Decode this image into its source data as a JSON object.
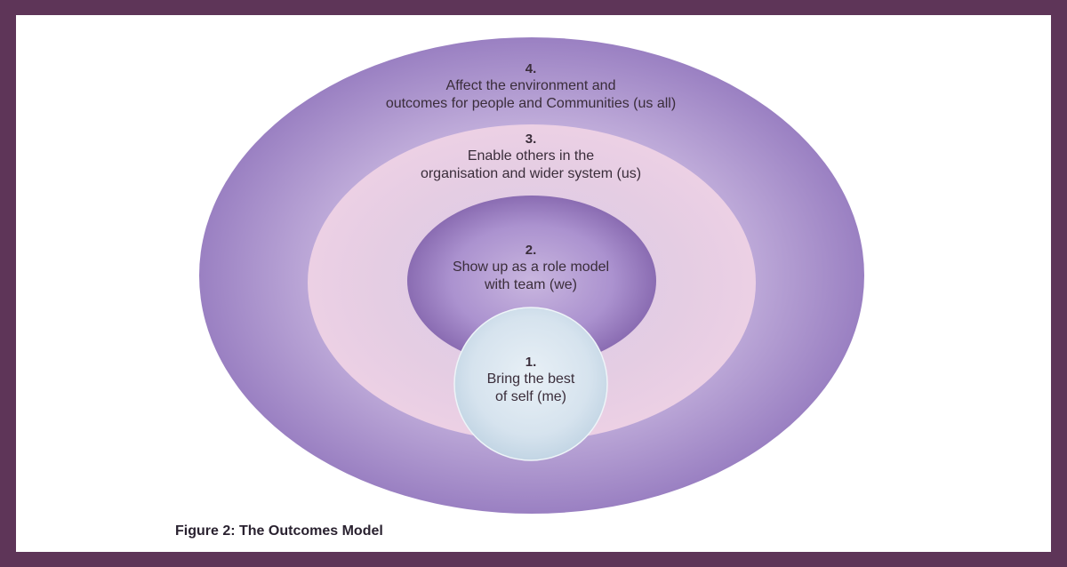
{
  "figure": {
    "caption": "Figure 2: The Outcomes Model"
  },
  "rings": [
    {
      "number": "4.",
      "line1": "Affect the environment and",
      "line2": "outcomes for people and Communities (us all)"
    },
    {
      "number": "3.",
      "line1": "Enable others in the",
      "line2": "organisation and wider system (us)"
    },
    {
      "number": "2.",
      "line1": "Show up as a role model",
      "line2": "with team (we)"
    },
    {
      "number": "1.",
      "line1": "Bring the best",
      "line2": "of self (me)"
    }
  ],
  "colors": {
    "frame": "#5e3558",
    "outer_ring": "#a48cc8",
    "middle_ring": "#e8c8df",
    "inner_ring": "#8e6eb4",
    "self_circle": "#dde9f0"
  }
}
